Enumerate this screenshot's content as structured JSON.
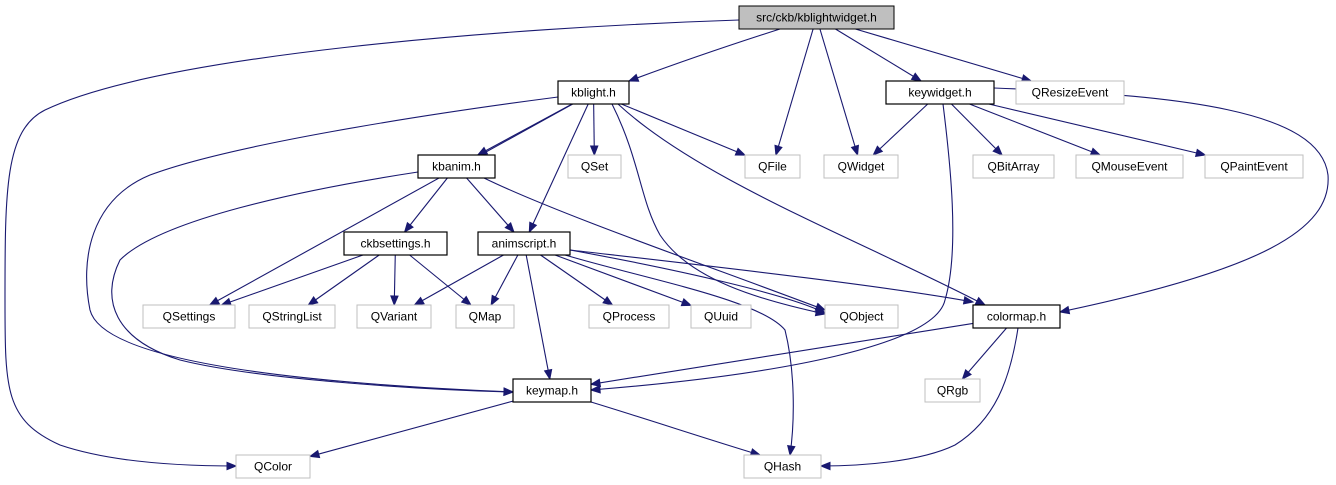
{
  "diagram": {
    "nodes": {
      "kblightwidget": {
        "label": "src/ckb/kblightwidget.h",
        "kind": "main"
      },
      "kblight": {
        "label": "kblight.h",
        "kind": "local"
      },
      "keywidget": {
        "label": "keywidget.h",
        "kind": "local"
      },
      "qresizeevent": {
        "label": "QResizeEvent",
        "kind": "ext"
      },
      "qfile": {
        "label": "QFile",
        "kind": "ext"
      },
      "qwidget": {
        "label": "QWidget",
        "kind": "ext"
      },
      "qset": {
        "label": "QSet",
        "kind": "ext"
      },
      "kbanim": {
        "label": "kbanim.h",
        "kind": "local"
      },
      "qbitarray": {
        "label": "QBitArray",
        "kind": "ext"
      },
      "qmouseevent": {
        "label": "QMouseEvent",
        "kind": "ext"
      },
      "qpaintevent": {
        "label": "QPaintEvent",
        "kind": "ext"
      },
      "ckbsettings": {
        "label": "ckbsettings.h",
        "kind": "local"
      },
      "animscript": {
        "label": "animscript.h",
        "kind": "local"
      },
      "qsettings": {
        "label": "QSettings",
        "kind": "ext"
      },
      "qstringlist": {
        "label": "QStringList",
        "kind": "ext"
      },
      "qvariant": {
        "label": "QVariant",
        "kind": "ext"
      },
      "qmap": {
        "label": "QMap",
        "kind": "ext"
      },
      "qprocess": {
        "label": "QProcess",
        "kind": "ext"
      },
      "quuid": {
        "label": "QUuid",
        "kind": "ext"
      },
      "qobject": {
        "label": "QObject",
        "kind": "ext"
      },
      "colormap": {
        "label": "colormap.h",
        "kind": "local"
      },
      "keymap": {
        "label": "keymap.h",
        "kind": "local"
      },
      "qrgb": {
        "label": "QRgb",
        "kind": "ext"
      },
      "qcolor": {
        "label": "QColor",
        "kind": "ext"
      },
      "qhash": {
        "label": "QHash",
        "kind": "ext"
      }
    },
    "edges": [
      [
        "kblightwidget",
        "kblight"
      ],
      [
        "kblightwidget",
        "qfile"
      ],
      [
        "kblightwidget",
        "qwidget"
      ],
      [
        "kblightwidget",
        "keywidget"
      ],
      [
        "kblightwidget",
        "qresizeevent"
      ],
      [
        "kblightwidget",
        "qcolor"
      ],
      [
        "kblight",
        "qfile"
      ],
      [
        "kblight",
        "qset"
      ],
      [
        "kblight",
        "kbanim"
      ],
      [
        "kblight",
        "animscript"
      ],
      [
        "kblight",
        "qsettings"
      ],
      [
        "kblight",
        "keymap"
      ],
      [
        "kblight",
        "qobject"
      ],
      [
        "kblight",
        "colormap"
      ],
      [
        "keywidget",
        "qwidget"
      ],
      [
        "keywidget",
        "qbitarray"
      ],
      [
        "keywidget",
        "qmouseevent"
      ],
      [
        "keywidget",
        "qpaintevent"
      ],
      [
        "keywidget",
        "colormap"
      ],
      [
        "keywidget",
        "keymap"
      ],
      [
        "kbanim",
        "ckbsettings"
      ],
      [
        "kbanim",
        "animscript"
      ],
      [
        "kbanim",
        "keymap"
      ],
      [
        "kbanim",
        "qobject"
      ],
      [
        "ckbsettings",
        "qsettings"
      ],
      [
        "ckbsettings",
        "qstringlist"
      ],
      [
        "ckbsettings",
        "qvariant"
      ],
      [
        "ckbsettings",
        "qmap"
      ],
      [
        "animscript",
        "qvariant"
      ],
      [
        "animscript",
        "qmap"
      ],
      [
        "animscript",
        "qprocess"
      ],
      [
        "animscript",
        "quuid"
      ],
      [
        "animscript",
        "qobject"
      ],
      [
        "animscript",
        "colormap"
      ],
      [
        "animscript",
        "keymap"
      ],
      [
        "animscript",
        "qhash"
      ],
      [
        "colormap",
        "keymap"
      ],
      [
        "colormap",
        "qrgb"
      ],
      [
        "colormap",
        "qhash"
      ],
      [
        "keymap",
        "qcolor"
      ],
      [
        "keymap",
        "qhash"
      ]
    ]
  }
}
